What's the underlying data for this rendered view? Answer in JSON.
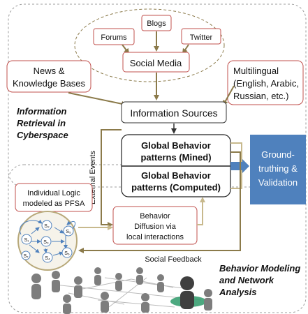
{
  "social_media": {
    "title": "Social Media",
    "sources": [
      "Forums",
      "Blogs",
      "Twitter"
    ]
  },
  "news": {
    "line1": "News &",
    "line2": "Knowledge Bases"
  },
  "multilingual": {
    "line1": "Multilingual",
    "line2": "(English, Arabic,",
    "line3": "Russian, etc.)"
  },
  "info_retrieval": {
    "line1": "Information",
    "line2": "Retrieval in",
    "line3": "Cyberspace"
  },
  "info_sources": "Information Sources",
  "mined": {
    "line1": "Global Behavior",
    "line2": "patterns (Mined)"
  },
  "computed": {
    "line1": "Global Behavior",
    "line2": "patterns (Computed)"
  },
  "validation": {
    "line1": "Ground-",
    "line2": "truthing &",
    "line3": "Validation"
  },
  "external_events": "External Events",
  "individual_logic": {
    "line1": "Individual Logic",
    "line2": "modeled as PFSA"
  },
  "diffusion": {
    "line1": "Behavior",
    "line2": "Diffusion via",
    "line3": "local interactions"
  },
  "social_feedback": "Social Feedback",
  "modeling": {
    "line1": "Behavior Modeling",
    "line2": "and Network",
    "line3": "Analysis"
  },
  "pfsa_states": [
    "S₁",
    "S₂",
    "S₃",
    "S₄",
    "S₅",
    "S₆",
    "S₇"
  ],
  "colors": {
    "arrow": "#8b7a4a",
    "validation_fill": "#4f81bd",
    "box_border": "#c0504d",
    "dash": "#9c9c9c"
  }
}
